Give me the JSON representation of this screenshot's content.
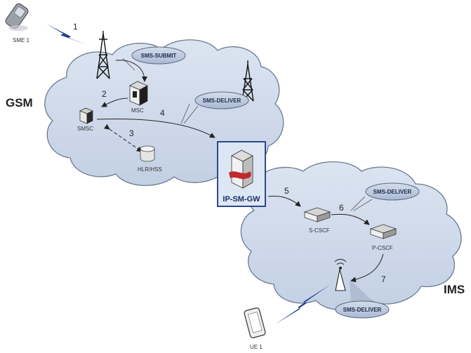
{
  "networks": {
    "gsm": "GSM",
    "ims": "IMS"
  },
  "nodes": {
    "sme": "SME 1",
    "msc": "MSC",
    "smsc": "SMSC",
    "hlr": "HLR/HSS",
    "gateway": "IP-SM-GW",
    "scscf": "S-CSCF",
    "pcscf": "P-CSCF",
    "ue": "UE 1"
  },
  "messages": {
    "submit": "SMS-SUBMIT",
    "deliver_gsm": "SMS-DELIVER",
    "deliver_ims": "SMS-DELIVER",
    "deliver_ue": "SMS-DELIVER"
  },
  "steps": [
    "1",
    "2",
    "3",
    "4",
    "5",
    "6",
    "7"
  ],
  "colors": {
    "cloud_fill": "#cfdaea",
    "cloud_stroke": "#6b7a90",
    "bubble_fill": "#bcc9de",
    "gateway_fill": "#dde6f3",
    "gateway_border": "#2b4a8a"
  }
}
